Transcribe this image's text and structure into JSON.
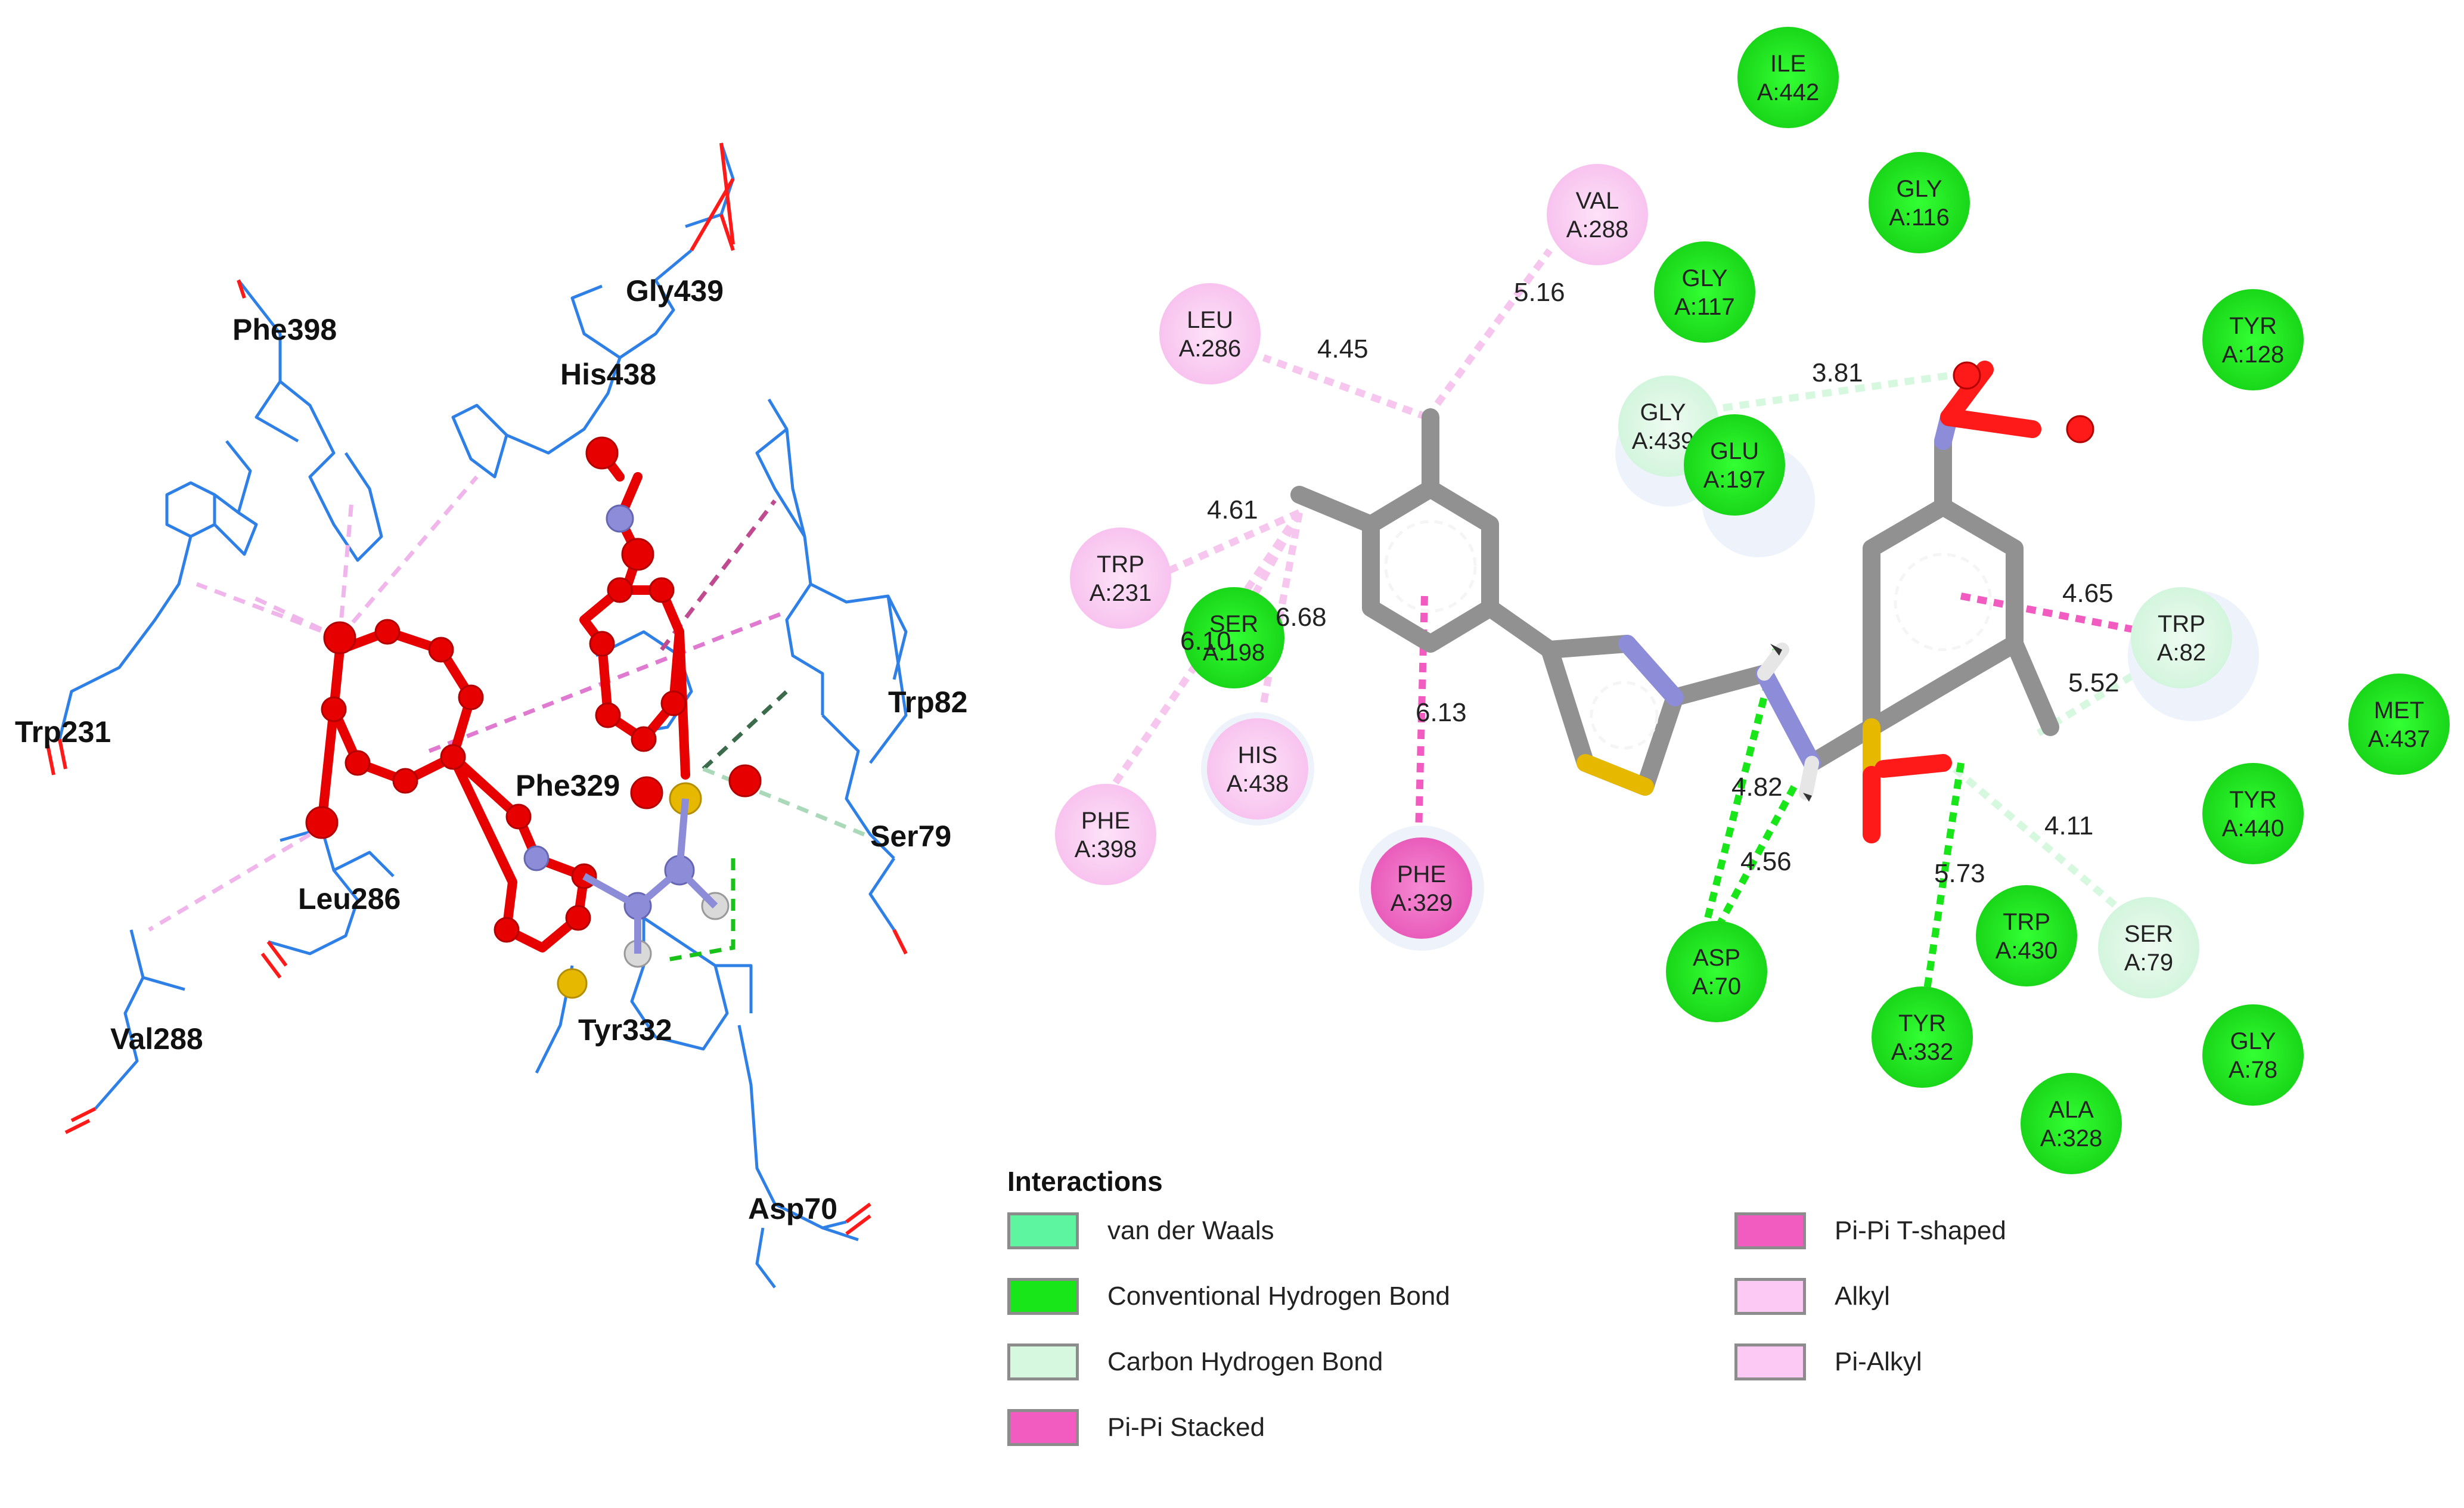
{
  "panel_3d": {
    "labels": [
      {
        "id": "phe398",
        "text": "Phe398"
      },
      {
        "id": "gly439",
        "text": "Gly439"
      },
      {
        "id": "his438",
        "text": "His438"
      },
      {
        "id": "trp231",
        "text": "Trp231"
      },
      {
        "id": "trp82",
        "text": "Trp82"
      },
      {
        "id": "phe329",
        "text": "Phe329"
      },
      {
        "id": "ser79",
        "text": "Ser79"
      },
      {
        "id": "leu286",
        "text": "Leu286"
      },
      {
        "id": "tyr332",
        "text": "Tyr332"
      },
      {
        "id": "val288",
        "text": "Val288"
      },
      {
        "id": "asp70",
        "text": "Asp70"
      }
    ]
  },
  "panel_2d": {
    "residues": [
      {
        "id": "ile442",
        "name": "ILE",
        "chain": "A:442",
        "type": "van_der_waals"
      },
      {
        "id": "gly116",
        "name": "GLY",
        "chain": "A:116",
        "type": "van_der_waals"
      },
      {
        "id": "val288",
        "name": "VAL",
        "chain": "A:288",
        "type": "alkyl"
      },
      {
        "id": "gly117",
        "name": "GLY",
        "chain": "A:117",
        "type": "van_der_waals"
      },
      {
        "id": "tyr128",
        "name": "TYR",
        "chain": "A:128",
        "type": "van_der_waals"
      },
      {
        "id": "leu286",
        "name": "LEU",
        "chain": "A:286",
        "type": "alkyl"
      },
      {
        "id": "gly439",
        "name": "GLY",
        "chain": "A:439",
        "type": "carbon_hydrogen_bond"
      },
      {
        "id": "glu197",
        "name": "GLU",
        "chain": "A:197",
        "type": "van_der_waals"
      },
      {
        "id": "trp231",
        "name": "TRP",
        "chain": "A:231",
        "type": "alkyl"
      },
      {
        "id": "ser198",
        "name": "SER",
        "chain": "A:198",
        "type": "van_der_waals"
      },
      {
        "id": "trp82",
        "name": "TRP",
        "chain": "A:82",
        "type": "carbon_hydrogen_bond"
      },
      {
        "id": "met437",
        "name": "MET",
        "chain": "A:437",
        "type": "van_der_waals"
      },
      {
        "id": "his438",
        "name": "HIS",
        "chain": "A:438",
        "type": "pi_alkyl"
      },
      {
        "id": "phe398",
        "name": "PHE",
        "chain": "A:398",
        "type": "pi_alkyl"
      },
      {
        "id": "phe329",
        "name": "PHE",
        "chain": "A:329",
        "type": "pi_pi_tshaped"
      },
      {
        "id": "tyr440",
        "name": "TYR",
        "chain": "A:440",
        "type": "van_der_waals"
      },
      {
        "id": "trp430",
        "name": "TRP",
        "chain": "A:430",
        "type": "van_der_waals"
      },
      {
        "id": "ser79",
        "name": "SER",
        "chain": "A:79",
        "type": "carbon_hydrogen_bond"
      },
      {
        "id": "asp70",
        "name": "ASP",
        "chain": "A:70",
        "type": "conventional_hydrogen_bond"
      },
      {
        "id": "tyr332",
        "name": "TYR",
        "chain": "A:332",
        "type": "conventional_hydrogen_bond"
      },
      {
        "id": "gly78",
        "name": "GLY",
        "chain": "A:78",
        "type": "van_der_waals"
      },
      {
        "id": "ala328",
        "name": "ALA",
        "chain": "A:328",
        "type": "van_der_waals"
      }
    ],
    "distances": [
      {
        "id": "d1",
        "text": "5.16"
      },
      {
        "id": "d2",
        "text": "4.45"
      },
      {
        "id": "d3",
        "text": "3.81"
      },
      {
        "id": "d4",
        "text": "4.61"
      },
      {
        "id": "d5",
        "text": "6.68"
      },
      {
        "id": "d6",
        "text": "6.10"
      },
      {
        "id": "d7",
        "text": "6.13"
      },
      {
        "id": "d8",
        "text": "4.65"
      },
      {
        "id": "d9",
        "text": "5.52"
      },
      {
        "id": "d10",
        "text": "4.82"
      },
      {
        "id": "d11",
        "text": "4.56"
      },
      {
        "id": "d12",
        "text": "4.11"
      },
      {
        "id": "d13",
        "text": "5.73"
      }
    ]
  },
  "legend": {
    "title": "Interactions",
    "items": [
      {
        "key": "van_der_waals",
        "label": "van der Waals",
        "color": "#5ef5a0"
      },
      {
        "key": "conventional_hydrogen_bond",
        "label": "Conventional Hydrogen Bond",
        "color": "#19e619"
      },
      {
        "key": "carbon_hydrogen_bond",
        "label": "Carbon Hydrogen Bond",
        "color": "#d6f8df"
      },
      {
        "key": "pi_pi_stacked",
        "label": "Pi-Pi Stacked",
        "color": "#f25bbf"
      },
      {
        "key": "pi_pi_tshaped",
        "label": "Pi-Pi T-shaped",
        "color": "#f25bbf"
      },
      {
        "key": "alkyl",
        "label": "Alkyl",
        "color": "#fbc9f3"
      },
      {
        "key": "pi_alkyl",
        "label": "Pi-Alkyl",
        "color": "#fbc9f3"
      }
    ]
  },
  "colors": {
    "protein_carbon": "#2e7fe6",
    "ligand_3d": "#e60000",
    "ligand_2d": "#909090",
    "nitrogen": "#8c8cd9",
    "oxygen": "#ff1a1a",
    "sulfur": "#e6b800"
  }
}
